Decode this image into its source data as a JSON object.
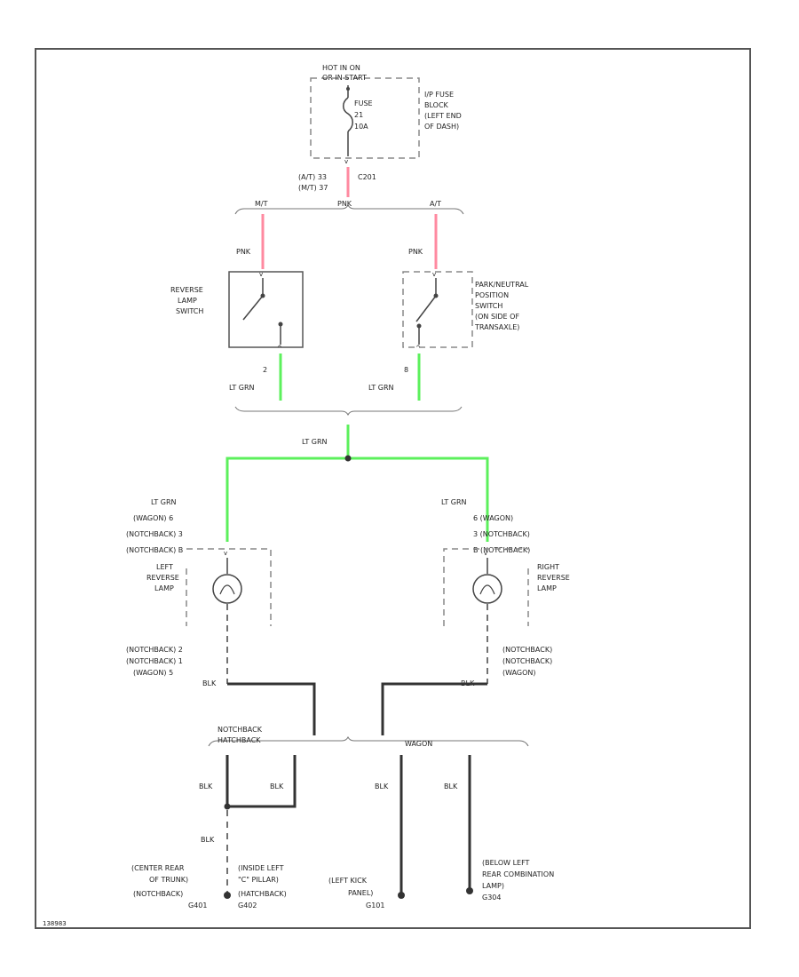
{
  "diagram_id": "138983",
  "power": {
    "source_l1": "HOT IN ON",
    "source_l2": "OR IN START",
    "fuse_l1": "FUSE",
    "fuse_l2": "21",
    "fuse_l3": "10A",
    "block_l1": "I/P FUSE",
    "block_l2": "BLOCK",
    "block_l3": "(LEFT END",
    "block_l4": "OF DASH)",
    "circuit_l1": "(A/T) 33",
    "circuit_l2": "(M/T) 37",
    "connector": "C201",
    "branch_mt": "M/T",
    "branch_pnk": "PNK",
    "branch_at": "A/T"
  },
  "reverse_switch": {
    "wire_in": "PNK",
    "l1": "REVERSE",
    "l2": "LAMP",
    "l3": "SWITCH",
    "pin": "2",
    "wire_out": "LT GRN"
  },
  "pn_switch": {
    "wire_in": "PNK",
    "l1": "PARK/NEUTRAL",
    "l2": "POSITION",
    "l3": "SWITCH",
    "l4": "(ON SIDE OF",
    "l5": "TRANSAXLE)",
    "pin": "8",
    "wire_out": "LT GRN"
  },
  "splice_wire": "LT GRN",
  "left_lamp": {
    "wire": "LT GRN",
    "c1": "(WAGON) 6",
    "c2": "(NOTCHBACK) 3",
    "c3": "(NOTCHBACK) B",
    "l1": "LEFT",
    "l2": "REVERSE",
    "l3": "LAMP",
    "g1": "(NOTCHBACK) 2",
    "g2": "(NOTCHBACK) 1",
    "g3": "(WAGON) 5",
    "gwire": "BLK"
  },
  "right_lamp": {
    "wire": "LT GRN",
    "c1": "6  (WAGON)",
    "c2": "3  (NOTCHBACK)",
    "c3": "B  (NOTCHBACK)",
    "l1": "RIGHT",
    "l2": "REVERSE",
    "l3": "LAMP",
    "g1": "(NOTCHBACK)",
    "g2": "(NOTCHBACK)",
    "g3": "(WAGON)",
    "gwire": "BLK"
  },
  "grounds": {
    "nb1": "NOTCHBACK",
    "nb2": "HATCHBACK",
    "wagon": "WAGON",
    "w1": "BLK",
    "w2": "BLK",
    "w3": "BLK",
    "w4": "BLK",
    "w5": "BLK",
    "g1_l1": "(CENTER REAR",
    "g1_l2": "OF TRUNK)",
    "g1_l3": "(NOTCHBACK)",
    "g1_l4": "G401",
    "g2_l1": "(INSIDE LEFT",
    "g2_l2": "\"C\" PILLAR)",
    "g2_l3": "(HATCHBACK)",
    "g2_l4": "G402",
    "g3_l1": "(LEFT KICK",
    "g3_l2": "PANEL)",
    "g3_l3": "G101",
    "g4_l1": "(BELOW LEFT",
    "g4_l2": "REAR COMBINATION",
    "g4_l3": "LAMP)",
    "g4_l4": "G304"
  },
  "colors": {
    "pink_wire": "#ff8aa0",
    "green_wire": "#5cf05c",
    "black_wire": "#333333"
  }
}
